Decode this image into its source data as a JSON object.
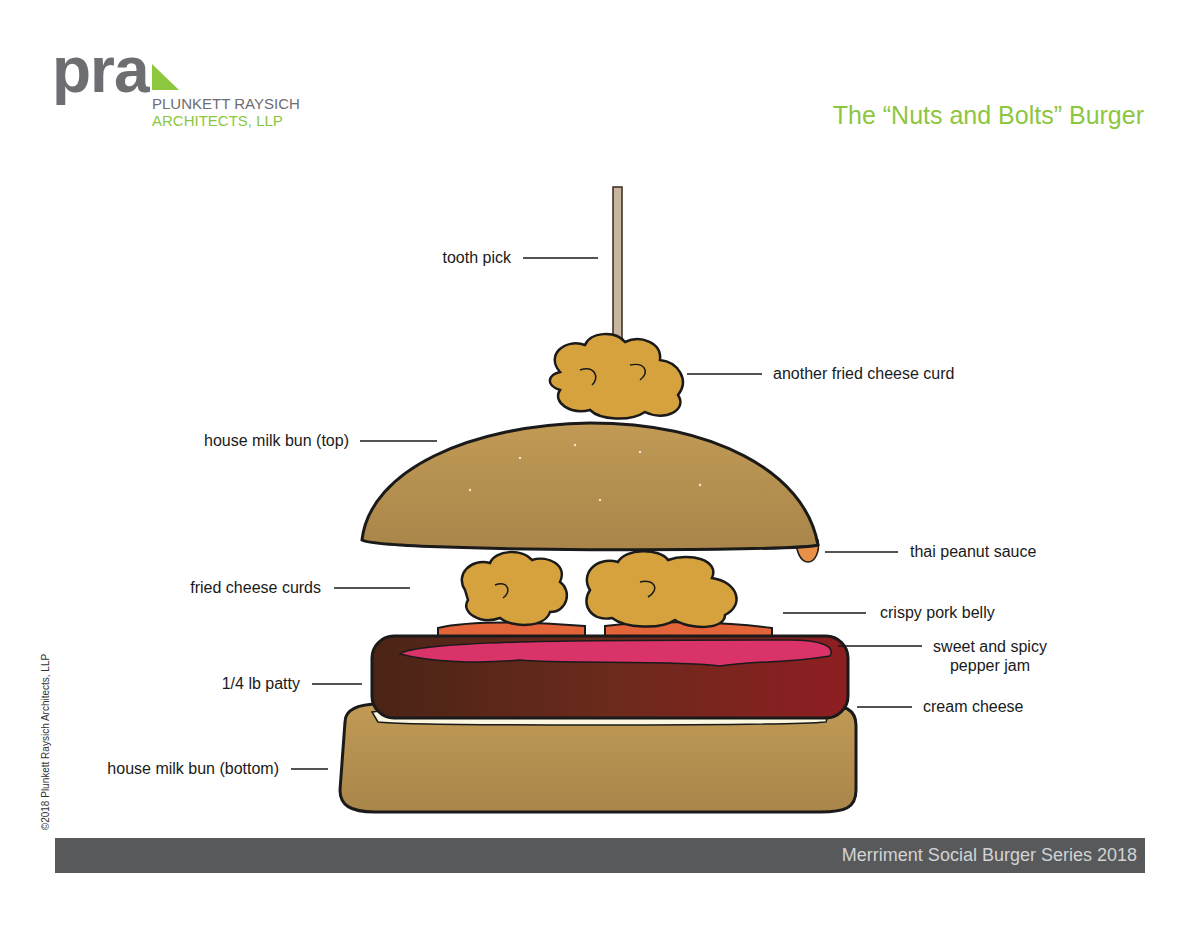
{
  "diagram": {
    "title": "The “Nuts and Bolts” Burger",
    "nodes": [
      {
        "text": [
          "Merriment Social Burger Series 2018"
        ]
      }
    ],
    "labels": [
      "pra",
      "PLUNKETT RAYSICH",
      "ARCHITECTS, LLP",
      "tooth pick",
      "another fried cheese curd",
      "house milk bun (top)",
      "thai peanut sauce",
      "fried cheese curds",
      "crispy pork belly",
      "sweet and spicy pepper jam",
      "1/4 lb patty",
      "cream cheese",
      "house milk bun (bottom)",
      "©2018 Plunkett Raysich Architects, LLP"
    ]
  }
}
